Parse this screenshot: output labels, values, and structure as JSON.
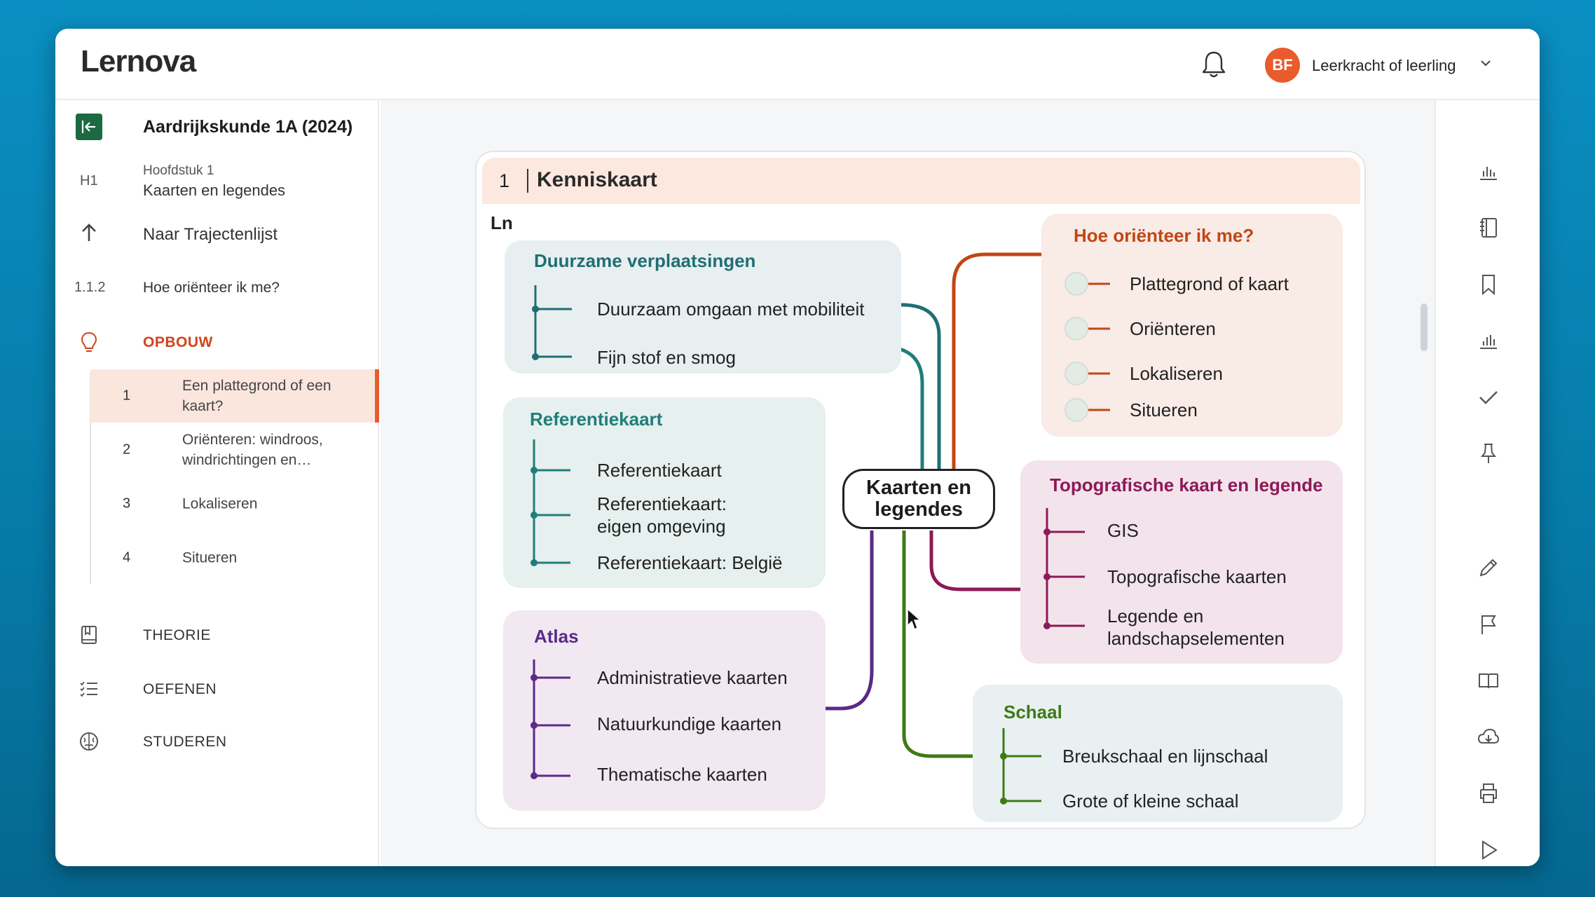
{
  "app": {
    "logo": "Lernova"
  },
  "header": {
    "avatar_initials": "BF",
    "user_label": "Leerkracht of leerling"
  },
  "sidebar": {
    "course_title": "Aardrijkskunde 1A (2024)",
    "chapter_code": "H1",
    "chapter_sub": "Hoofdstuk 1",
    "chapter_name": "Kaarten en legendes",
    "back_label": "Naar Trajectenlijst",
    "section_code": "1.1.2",
    "section_name": "Hoe oriënteer ik me?",
    "opbouw_label": "OPBOUW",
    "steps": [
      {
        "num": "1",
        "label": "Een plattegrond of een kaart?",
        "active": true
      },
      {
        "num": "2",
        "label": "Oriënteren: windroos, windrichtingen en…",
        "active": false
      },
      {
        "num": "3",
        "label": "Lokaliseren",
        "active": false
      },
      {
        "num": "4",
        "label": "Situeren",
        "active": false
      }
    ],
    "nav": [
      {
        "label": "THEORIE",
        "icon": "book-icon"
      },
      {
        "label": "OEFENEN",
        "icon": "checklist-icon"
      },
      {
        "label": "STUDEREN",
        "icon": "brain-icon"
      }
    ]
  },
  "card": {
    "number": "1",
    "title": "Kenniskaart",
    "watermark": "Ln"
  },
  "mindmap": {
    "center": "Kaarten en legendes",
    "branches": {
      "duurzame": {
        "title": "Duurzame verplaatsingen",
        "color": "#1f6f73",
        "items": [
          "Duurzaam omgaan met mobiliteit",
          "Fijn stof en smog"
        ]
      },
      "referentie": {
        "title": "Referentiekaart",
        "color": "#1f7e7a",
        "items": [
          "Referentiekaart",
          "Referentiekaart: eigen omgeving",
          "Referentiekaart: België"
        ]
      },
      "atlas": {
        "title": "Atlas",
        "color": "#5a2a86",
        "items": [
          "Administratieve kaarten",
          "Natuurkundige kaarten",
          "Thematische kaarten"
        ]
      },
      "orienteer": {
        "title": "Hoe oriënteer ik me?",
        "color": "#c24612",
        "items": [
          "Plattegrond of kaart",
          "Oriënteren",
          "Lokaliseren",
          "Situeren"
        ]
      },
      "topo": {
        "title": "Topografische kaart en legende",
        "color": "#8c1a56",
        "items": [
          "GIS",
          "Topografische kaarten",
          "Legende en landschapselementen"
        ]
      },
      "schaal": {
        "title": "Schaal",
        "color": "#3e7a16",
        "items": [
          "Breukschaal en lijnschaal",
          "Grote of kleine schaal"
        ]
      }
    }
  },
  "right_rail_icons": [
    "bar-chart-icon",
    "notebook-icon",
    "bookmark-icon",
    "stats-icon",
    "checkmark-icon",
    "pin-icon",
    "pencil-icon",
    "flag-icon",
    "open-book-icon",
    "cloud-download-icon",
    "print-icon",
    "play-icon"
  ]
}
